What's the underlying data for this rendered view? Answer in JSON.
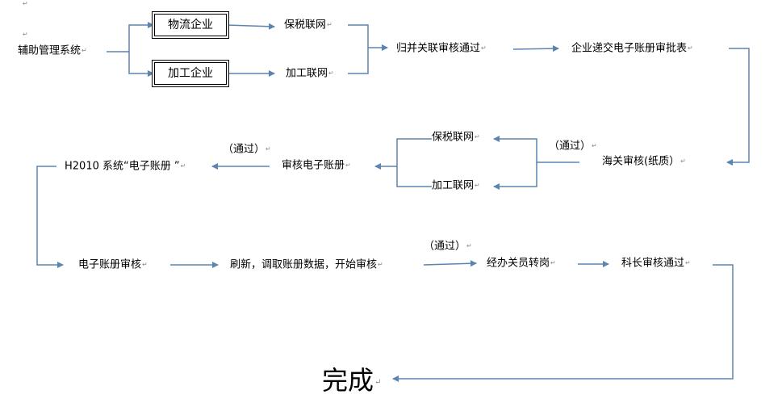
{
  "colors": {
    "line": "#5b84b1",
    "text": "#000000",
    "return_mark": "#8a8a8a"
  },
  "return_mark": "↵",
  "nodes": {
    "aux_system": "辅助管理系统",
    "logistics": "物流企业",
    "processing": "加工企业",
    "bonded_net_1": "保税联网",
    "processing_net_1": "加工联网",
    "merge_review": "归并关联审核通过",
    "submit_form": "企业递交电子账册审批表",
    "customs_review": "海关审核(纸质）",
    "pass_1": "（通过）",
    "bonded_net_2": "保税联网",
    "processing_net_2": "加工联网",
    "review_ebook": "审核电子账册",
    "pass_2": "（通过）",
    "h2010": "H2010 系统“电子账册 ”",
    "ebook_review": "电子账册审核",
    "refresh": "刷新，调取账册数据，开始审核",
    "pass_3": "（通过）",
    "officer_post": "经办关员转岗",
    "chief_review": "科长审核通过",
    "done": "完成"
  }
}
